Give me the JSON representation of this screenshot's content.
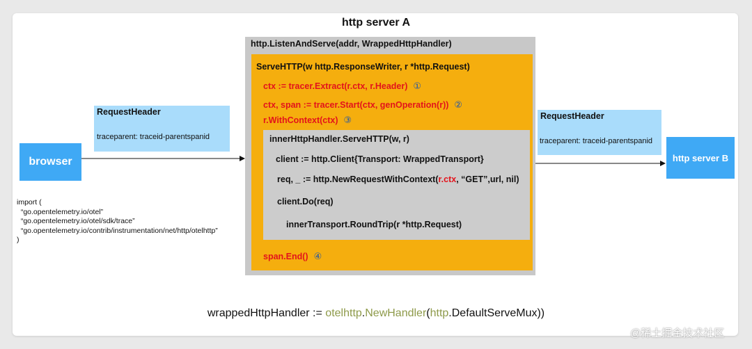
{
  "diagram": {
    "server_a_title": "http server A",
    "listen_and_serve": "http.ListenAndServe(addr, WrappedHttpHandler)",
    "serve_http": "ServeHTTP(w http.ResponseWriter, r *http.Request)",
    "steps": [
      {
        "text": "ctx := tracer.Extract(r.ctx, r.Header)",
        "marker": "①"
      },
      {
        "text": "ctx, span := tracer.Start(ctx, genOperation(r))",
        "marker": "②"
      },
      {
        "text": "r.WithContext(ctx)",
        "marker": "③"
      }
    ],
    "inner": {
      "handler_call": "innerHttpHandler.ServeHTTP(w, r)",
      "client_line": "client := http.Client{Transport: WrappedTransport}",
      "new_request_prefix": "req, _ := http.NewRequestWithContext(",
      "new_request_ctx": "r.ctx",
      "new_request_suffix": ", “GET”,url, nil)",
      "client_do": "client.Do(req)",
      "round_trip": "innerTransport.RoundTrip(r *http.Request)"
    },
    "span_end": {
      "text": "span.End()",
      "marker": "④"
    },
    "browser": "browser",
    "server_b": "http server B",
    "request_header_left": {
      "title": "RequestHeader",
      "value": "traceparent: traceid-parentspanid"
    },
    "request_header_right": {
      "title": "RequestHeader",
      "value": "traceparent: traceid-parentspanid"
    },
    "imports": "import (\n  “go.opentelemetry.io/otel”\n  “go.opentelemetry.io/otel/sdk/trace”\n  “go.opentelemetry.io/contrib/instrumentation/net/http/otelhttp”\n)",
    "bottom_code": {
      "p1": "wrappedHttpHandler := ",
      "p2": "otelhttp",
      "p3": ".",
      "p4": "NewHandler",
      "p5": "(",
      "p6": "http",
      "p7": ".DefaultServeMux))"
    },
    "watermark": "@稀土掘金技术社区"
  },
  "colors": {
    "box_blue": "#3fa9f5",
    "header_blue": "#a9dcfb",
    "handler_orange": "#f5ae0e",
    "highlight_red": "#e3131b",
    "marker_blue": "#1f55a8",
    "package_olive": "#8e9a4a"
  }
}
